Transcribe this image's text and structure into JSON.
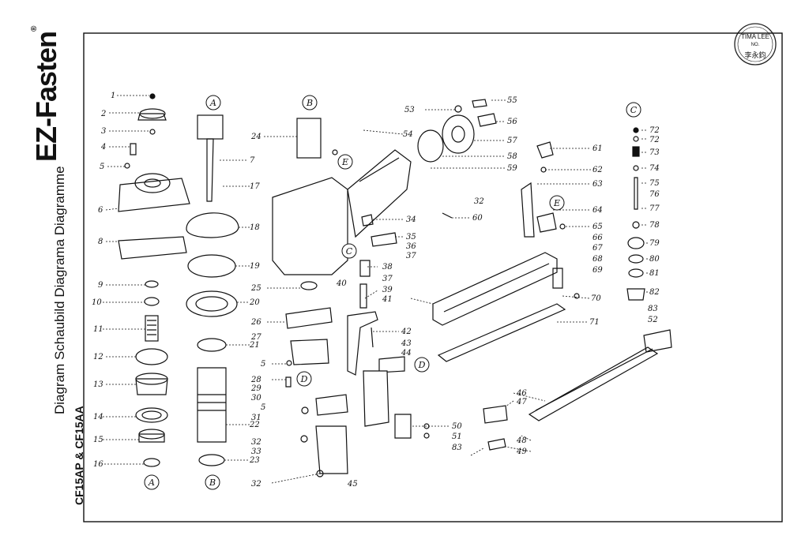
{
  "brand": {
    "name": "EZ-Fasten",
    "registered_mark": "®"
  },
  "subtitle": "Diagram Schaubild Diagrama Diagramme",
  "model": "CF15AP & CF15AA",
  "stamp": {
    "line1": "TIMA LEE",
    "line2": "NO.",
    "line3": "李永鈞"
  },
  "callouts": {
    "A_top": "A",
    "A_bottom": "A",
    "B_top": "B",
    "B_bottom": "B",
    "C_mid": "C",
    "C_right": "C",
    "D_mid": "D",
    "D_right": "D",
    "E_mid": "E",
    "E_right": "E"
  },
  "labels": {
    "p1": "1",
    "p2": "2",
    "p3": "3",
    "p4": "4",
    "p5": "5",
    "p6": "6",
    "p7": "7",
    "p8": "8",
    "p9": "9",
    "p10": "10",
    "p11": "11",
    "p12": "12",
    "p13": "13",
    "p14": "14",
    "p15": "15",
    "p16": "16",
    "p17": "17",
    "p18": "18",
    "p19": "19",
    "p20": "20",
    "p21": "21",
    "p22": "22",
    "p23": "23",
    "p24": "24",
    "p25": "25",
    "p26": "26",
    "p27": "27",
    "p5b": "5",
    "p28": "28",
    "p29": "29",
    "p30": "30",
    "p5c": "5",
    "p31": "31",
    "p32a": "32",
    "p33": "33",
    "p32b": "32",
    "p45": "45",
    "p53": "53",
    "p54": "54",
    "p55": "55",
    "p56": "56",
    "p57": "57",
    "p58": "58",
    "p59": "59",
    "p32c": "32",
    "p60": "60",
    "p34": "34",
    "p35": "35",
    "p36": "36",
    "p37a": "37",
    "p38": "38",
    "p37b": "37",
    "p39": "39",
    "p40": "40",
    "p41": "41",
    "p42": "42",
    "p43": "43",
    "p44": "44",
    "p50": "50",
    "p51": "51",
    "p83a": "83",
    "p61": "61",
    "p62": "62",
    "p63": "63",
    "p64": "64",
    "p65": "65",
    "p66": "66",
    "p67": "67",
    "p68": "68",
    "p69": "69",
    "p70": "70",
    "p71": "71",
    "p46": "46",
    "p47": "47",
    "p48": "48",
    "p49": "49",
    "p72a": "72",
    "p72b": "72",
    "p73": "73",
    "p74": "74",
    "p75": "75",
    "p76": "76",
    "p77": "77",
    "p78": "78",
    "p79": "79",
    "p80": "80",
    "p81": "81",
    "p82": "82",
    "p83b": "83",
    "p52": "52"
  }
}
